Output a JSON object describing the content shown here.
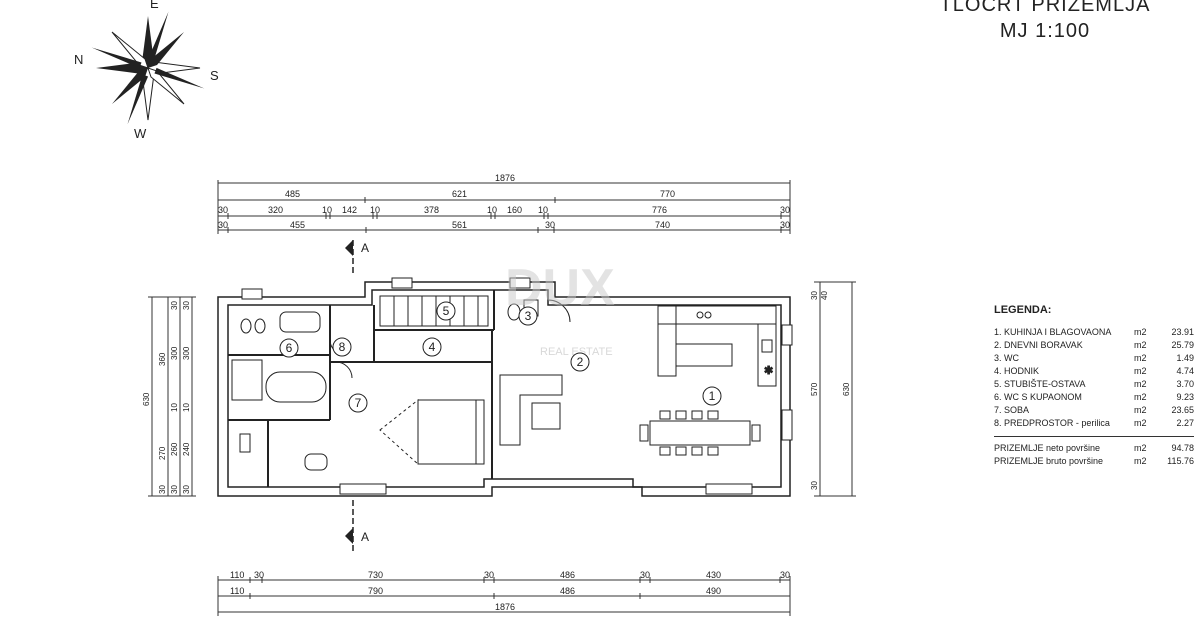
{
  "title": {
    "line1": "TLOCRT PRIZEMLJA",
    "line2": "MJ 1:100"
  },
  "compass": {
    "n": "N",
    "e": "E",
    "s": "S",
    "w": "W"
  },
  "watermark": {
    "logo": "DUX",
    "sub": "REAL ESTATE"
  },
  "section_marker": "A",
  "dims": {
    "top_total": "1876",
    "top_row1": [
      "485",
      "621",
      "770"
    ],
    "top_row2": [
      "30",
      "320",
      "10",
      "142",
      "10",
      "378",
      "10",
      "160",
      "10",
      "776",
      "30"
    ],
    "top_row3": [
      "30",
      "455",
      "561",
      "30",
      "740",
      "30"
    ],
    "bottom_row1": [
      "110",
      "30",
      "730",
      "30",
      "486",
      "30",
      "430",
      "30"
    ],
    "bottom_row2": [
      "110",
      "790",
      "486",
      "490"
    ],
    "bottom_total": "1876",
    "left_outer": "630",
    "left_col1": [
      "360",
      "270",
      "30"
    ],
    "left_col2": [
      "30",
      "300",
      "10",
      "260",
      "30"
    ],
    "left_col3": [
      "30",
      "300",
      "10",
      "240",
      "30"
    ],
    "right_col": [
      "30",
      "40",
      "570",
      "30"
    ],
    "right_outer": "630"
  },
  "rooms": [
    "1",
    "2",
    "3",
    "4",
    "5",
    "6",
    "7",
    "8"
  ],
  "legend": {
    "heading": "LEGENDA:",
    "items": [
      {
        "label": "1. KUHINJA I BLAGOVAONA",
        "unit": "m2",
        "value": "23.91"
      },
      {
        "label": "2. DNEVNI BORAVAK",
        "unit": "m2",
        "value": "25.79"
      },
      {
        "label": "3. WC",
        "unit": "m2",
        "value": "1.49"
      },
      {
        "label": "4. HODNIK",
        "unit": "m2",
        "value": "4.74"
      },
      {
        "label": "5. STUBIŠTE-OSTAVA",
        "unit": "m2",
        "value": "3.70"
      },
      {
        "label": "6. WC S KUPAONOM",
        "unit": "m2",
        "value": "9.23"
      },
      {
        "label": "7. SOBA",
        "unit": "m2",
        "value": "23.65"
      },
      {
        "label": "8. PREDPROSTOR - perilica",
        "unit": "m2",
        "value": "2.27"
      }
    ],
    "totals": [
      {
        "label": "PRIZEMLJE neto površine",
        "unit": "m2",
        "value": "94.78"
      },
      {
        "label": "PRIZEMLJE bruto površine",
        "unit": "m2",
        "value": "115.76"
      }
    ]
  }
}
